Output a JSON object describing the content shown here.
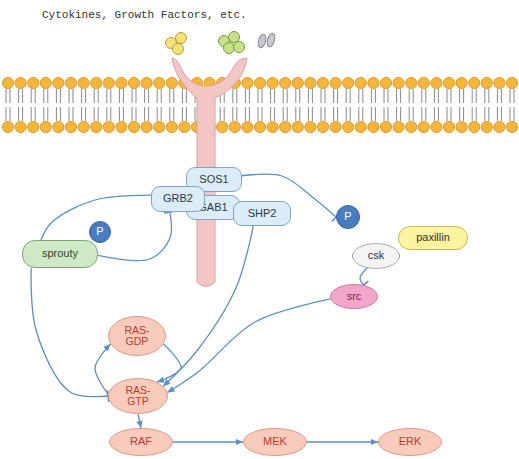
{
  "diagram": {
    "title": "Cytokines, Growth Factors, etc.",
    "nodes": [
      {
        "text": [
          "GRB2"
        ]
      },
      {
        "text": [
          "SOS1"
        ]
      },
      {
        "text": [
          "GAB1"
        ]
      },
      {
        "text": [
          "SHP2"
        ]
      },
      {
        "text": [
          "P"
        ]
      },
      {
        "text": [
          "sprouty"
        ]
      },
      {
        "text": [
          "P"
        ]
      },
      {
        "text": [
          "paxillin"
        ]
      },
      {
        "text": [
          "csk"
        ]
      },
      {
        "text": [
          "src"
        ]
      },
      {
        "text": [
          "RAS- GDP"
        ]
      },
      {
        "text": [
          "RAS- GTP"
        ]
      },
      {
        "text": [
          "RAF"
        ]
      },
      {
        "text": [
          "MEK"
        ]
      },
      {
        "text": [
          "ERK"
        ]
      }
    ],
    "edges": [
      {
        "from": 10,
        "to": 11,
        "arrow": "to"
      },
      {
        "from": 11,
        "to": 10,
        "arrow": "to"
      },
      {
        "from": 11,
        "to": 12,
        "arrow": "to"
      },
      {
        "from": 12,
        "to": 13,
        "arrow": "to"
      },
      {
        "from": 13,
        "to": 14,
        "arrow": "to"
      },
      {
        "from": 3,
        "to": 11,
        "arrow": "to"
      },
      {
        "from": 9,
        "to": 11,
        "arrow": "to"
      },
      {
        "from": 0,
        "to": 5,
        "arrow": "none"
      },
      {
        "from": 5,
        "to": 11,
        "arrow": "to"
      },
      {
        "from": 5,
        "to": 0,
        "arrow": "to"
      },
      {
        "from": 1,
        "to": 6,
        "arrow": "to"
      },
      {
        "from": 8,
        "to": 9,
        "arrow": "to"
      }
    ]
  }
}
